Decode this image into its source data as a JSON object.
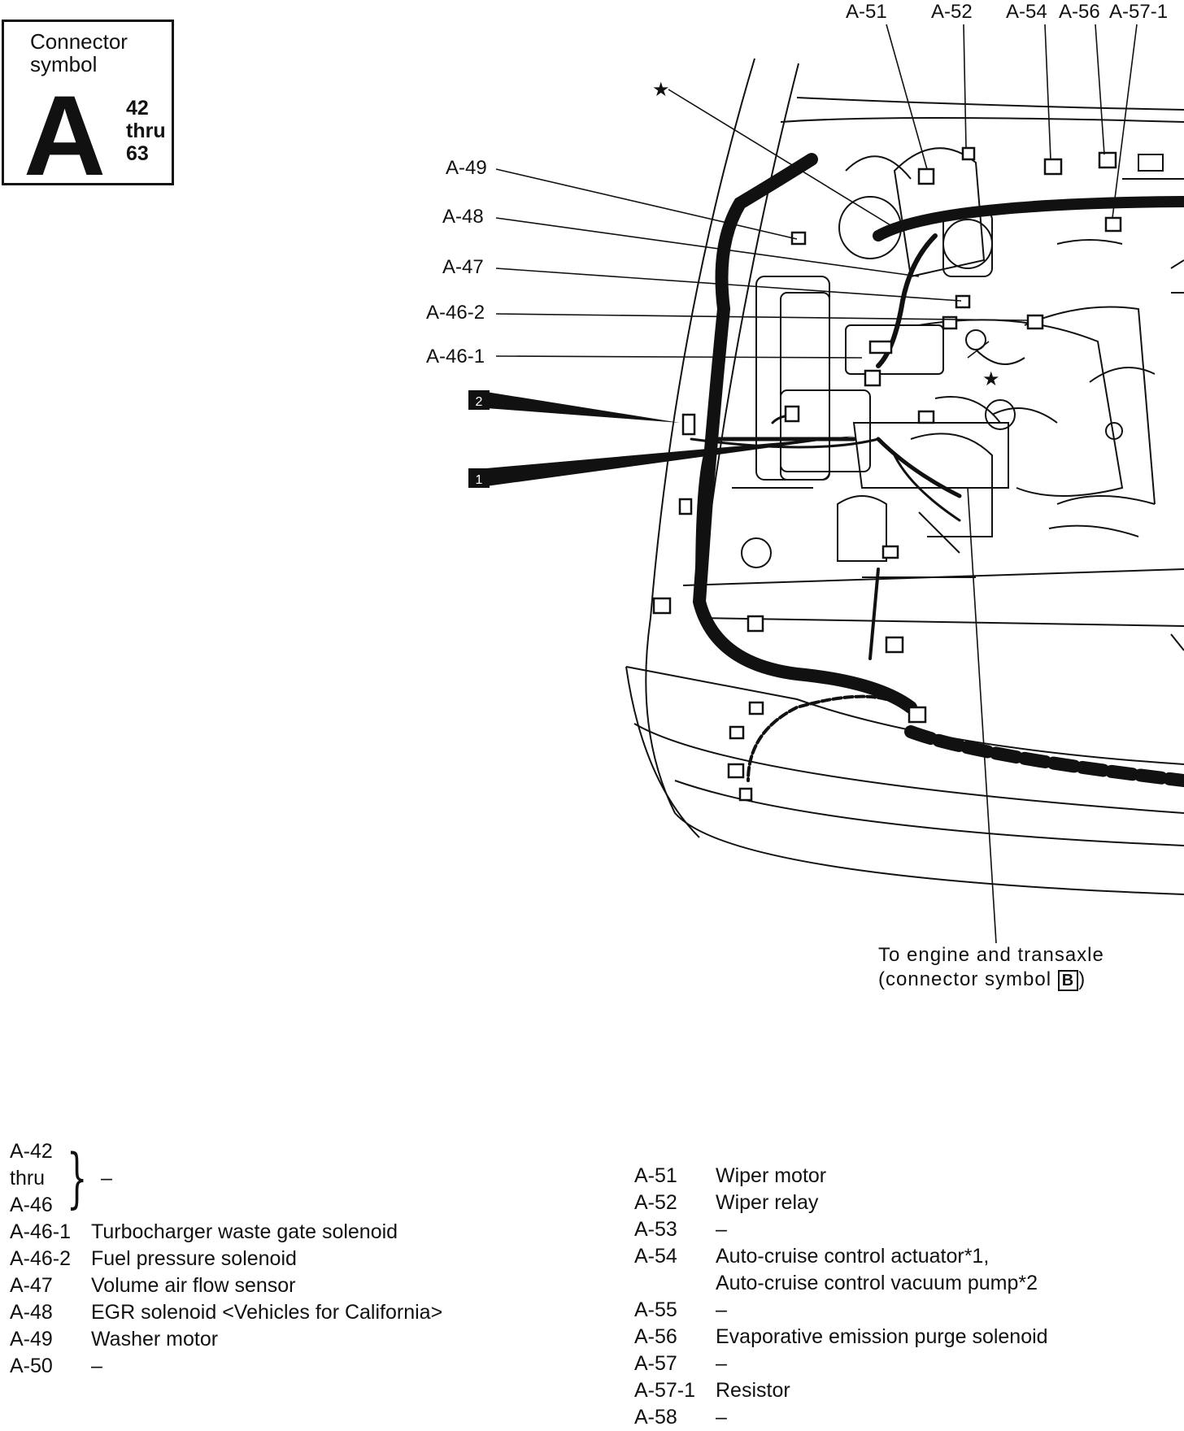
{
  "symbol_box": {
    "title_line1": "Connector",
    "title_line2": "symbol",
    "letter": "A",
    "range_from": "42",
    "range_mid": "thru",
    "range_to": "63"
  },
  "callouts": {
    "a51": "A-51",
    "a52": "A-52",
    "a54": "A-54",
    "a56": "A-56",
    "a571": "A-57-1",
    "a49": "A-49",
    "a48": "A-48",
    "a47": "A-47",
    "a462": "A-46-2",
    "a461": "A-46-1",
    "tag2": "2",
    "tag1": "1",
    "star": "★"
  },
  "note": {
    "line1": "To  engine  and  transaxle",
    "line2_pre": "(connector  symbol ",
    "line2_box": "B",
    "line2_post": ")"
  },
  "legend_left": {
    "group": {
      "c1": "A-42",
      "c2": "thru",
      "c3": "A-46",
      "desc": "–"
    },
    "rows": [
      {
        "code": "A-46-1",
        "desc": "Turbocharger waste gate solenoid"
      },
      {
        "code": "A-46-2",
        "desc": "Fuel pressure solenoid"
      },
      {
        "code": "A-47",
        "desc": "Volume air flow sensor"
      },
      {
        "code": "A-48",
        "desc": "EGR solenoid <Vehicles for California>"
      },
      {
        "code": "A-49",
        "desc": "Washer motor"
      },
      {
        "code": "A-50",
        "desc": "–"
      }
    ]
  },
  "legend_right": {
    "rows": [
      {
        "code": "A-51",
        "desc": "Wiper motor"
      },
      {
        "code": "A-52",
        "desc": "Wiper relay"
      },
      {
        "code": "A-53",
        "desc": "–"
      },
      {
        "code": "A-54",
        "desc": "Auto-cruise control actuator*1,"
      },
      {
        "code": "",
        "desc": "Auto-cruise control vacuum pump*2"
      },
      {
        "code": "A-55",
        "desc": "–"
      },
      {
        "code": "A-56",
        "desc": "Evaporative emission purge solenoid"
      },
      {
        "code": "A-57",
        "desc": "–"
      },
      {
        "code": "A-57-1",
        "desc": "Resistor"
      },
      {
        "code": "A-58",
        "desc": "–"
      }
    ]
  }
}
